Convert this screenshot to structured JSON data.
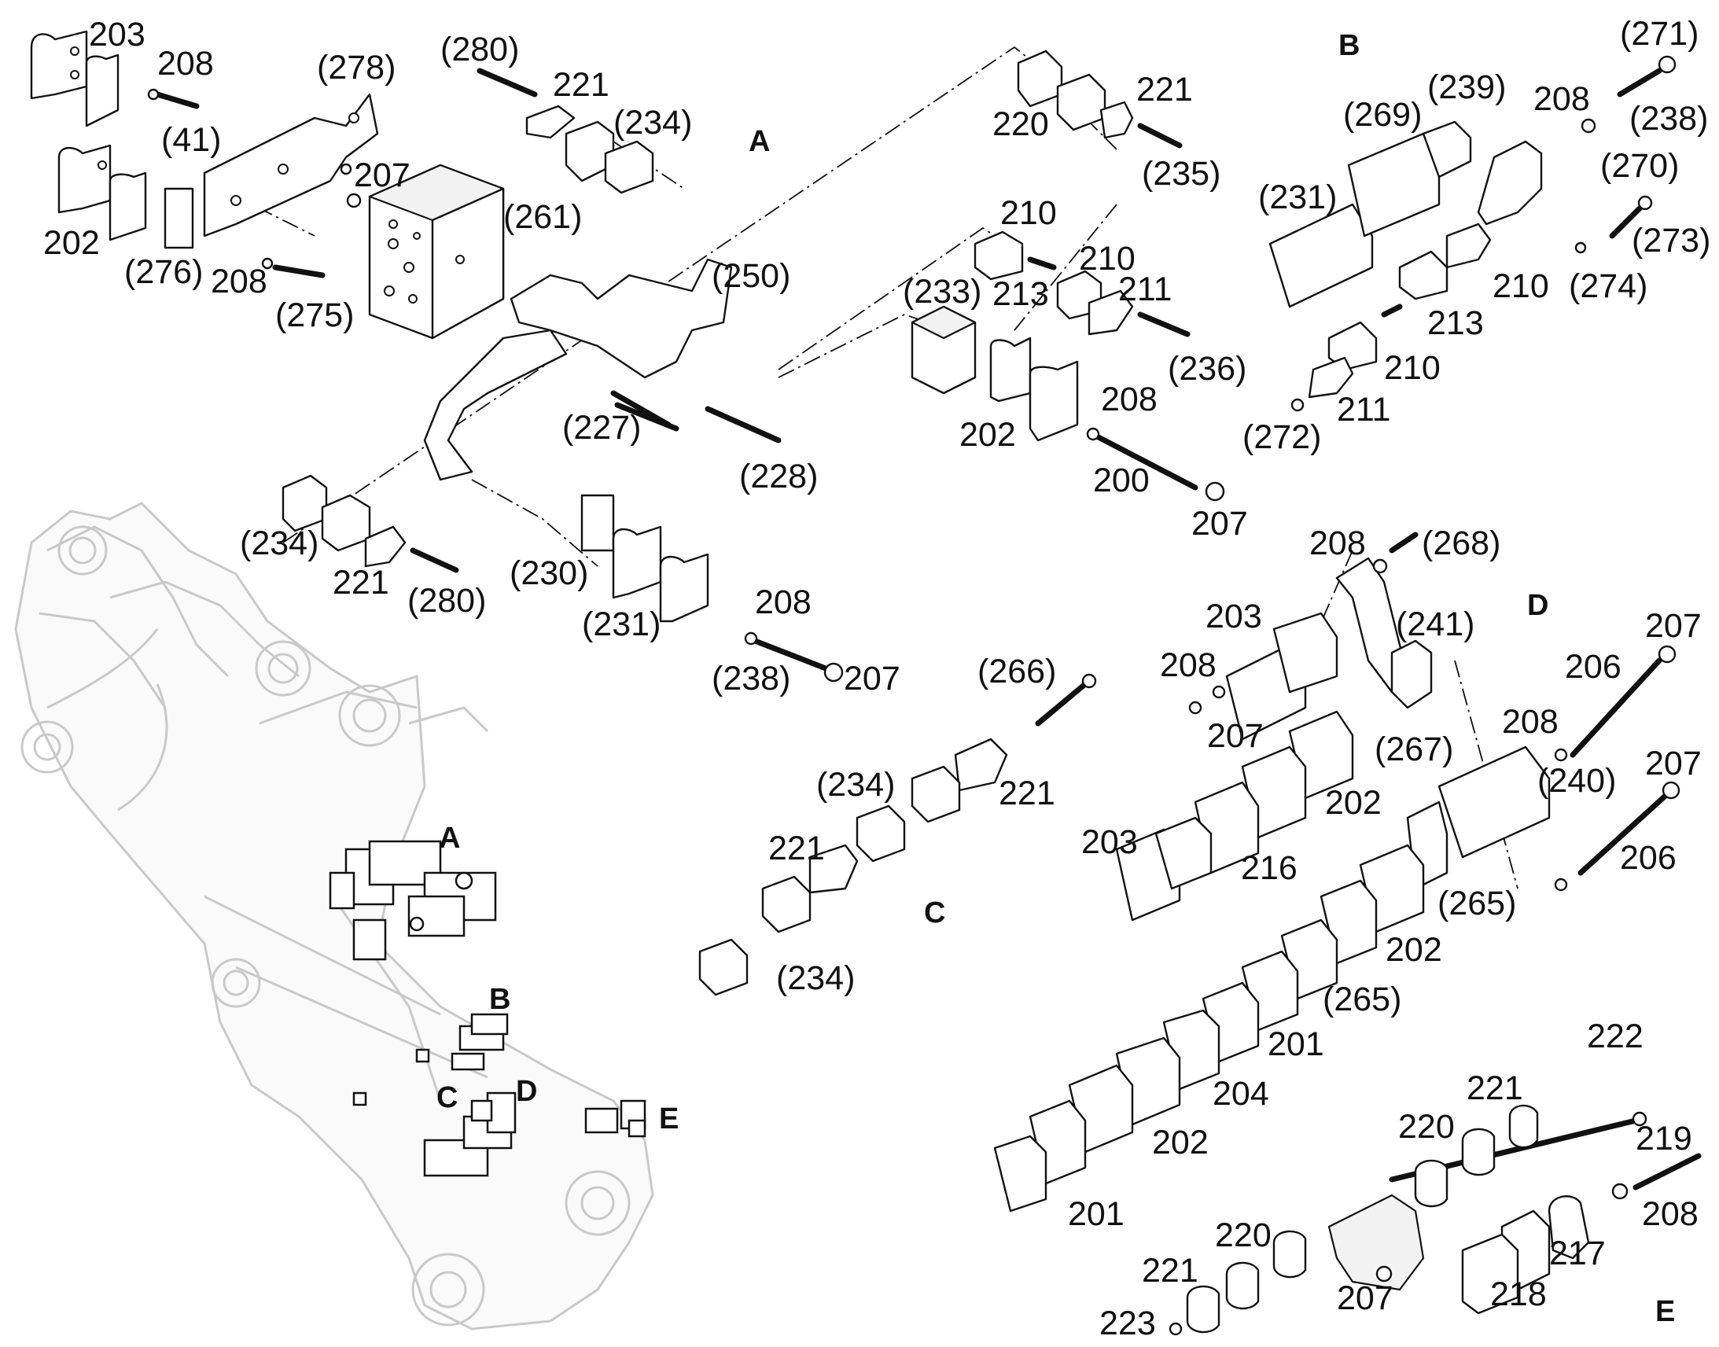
{
  "sections": {
    "A": "A",
    "B": "B",
    "C": "C",
    "D": "D",
    "E": "E"
  },
  "labels": {
    "l203a": "203",
    "l208a": "208",
    "l41": "(41)",
    "l278": "(278)",
    "l280a": "(280)",
    "l221a": "221",
    "l234a": "(234)",
    "l220a": "220",
    "l221b": "221",
    "l235": "(235)",
    "l207a": "207",
    "l261": "(261)",
    "l202a": "202",
    "l276": "(276)",
    "l208b": "208",
    "l275": "(275)",
    "l250": "(250)",
    "l210a": "210",
    "l210b": "210",
    "l213a": "213",
    "l211a": "211",
    "l233": "(233)",
    "l236": "(236)",
    "l227": "(227)",
    "l228": "(228)",
    "l202b": "202",
    "l208c": "208",
    "l200": "200",
    "l207b": "207",
    "l234b": "(234)",
    "l221c": "221",
    "l280b": "(280)",
    "l230": "(230)",
    "l231a": "(231)",
    "l208d": "208",
    "l238a": "(238)",
    "l207c": "207",
    "l271": "(271)",
    "l239": "(239)",
    "l269": "(269)",
    "l208e": "208",
    "l238b": "(238)",
    "l231b": "(231)",
    "l270": "(270)",
    "l273": "(273)",
    "l210c": "210",
    "l274": "(274)",
    "l213b": "213",
    "l210d": "210",
    "l211b": "211",
    "l272": "(272)",
    "l208f": "208",
    "l268": "(268)",
    "l203b": "203",
    "l241": "(241)",
    "l208g": "208",
    "l207d": "207",
    "l267": "(267)",
    "l202c": "202",
    "l203c": "203",
    "l216": "216",
    "l207e": "207",
    "l206a": "206",
    "l208h": "208",
    "l240": "(240)",
    "l207f": "207",
    "l206b": "206",
    "l265a": "(265)",
    "l266": "(266)",
    "l234c": "(234)",
    "l221d": "221",
    "l221e": "221",
    "l234d": "(234)",
    "l202d": "202",
    "l265b": "(265)",
    "l201a": "201",
    "l204": "204",
    "l202e": "202",
    "l201b": "201",
    "l222": "222",
    "l221f": "221",
    "l220b": "220",
    "l219": "219",
    "l208i": "208",
    "l217": "217",
    "l218": "218",
    "l220c": "220",
    "l221g": "221",
    "l207g": "207",
    "l223": "223"
  },
  "overview_labels": {
    "A": "A",
    "B": "B",
    "C": "C",
    "D": "D",
    "E": "E"
  }
}
